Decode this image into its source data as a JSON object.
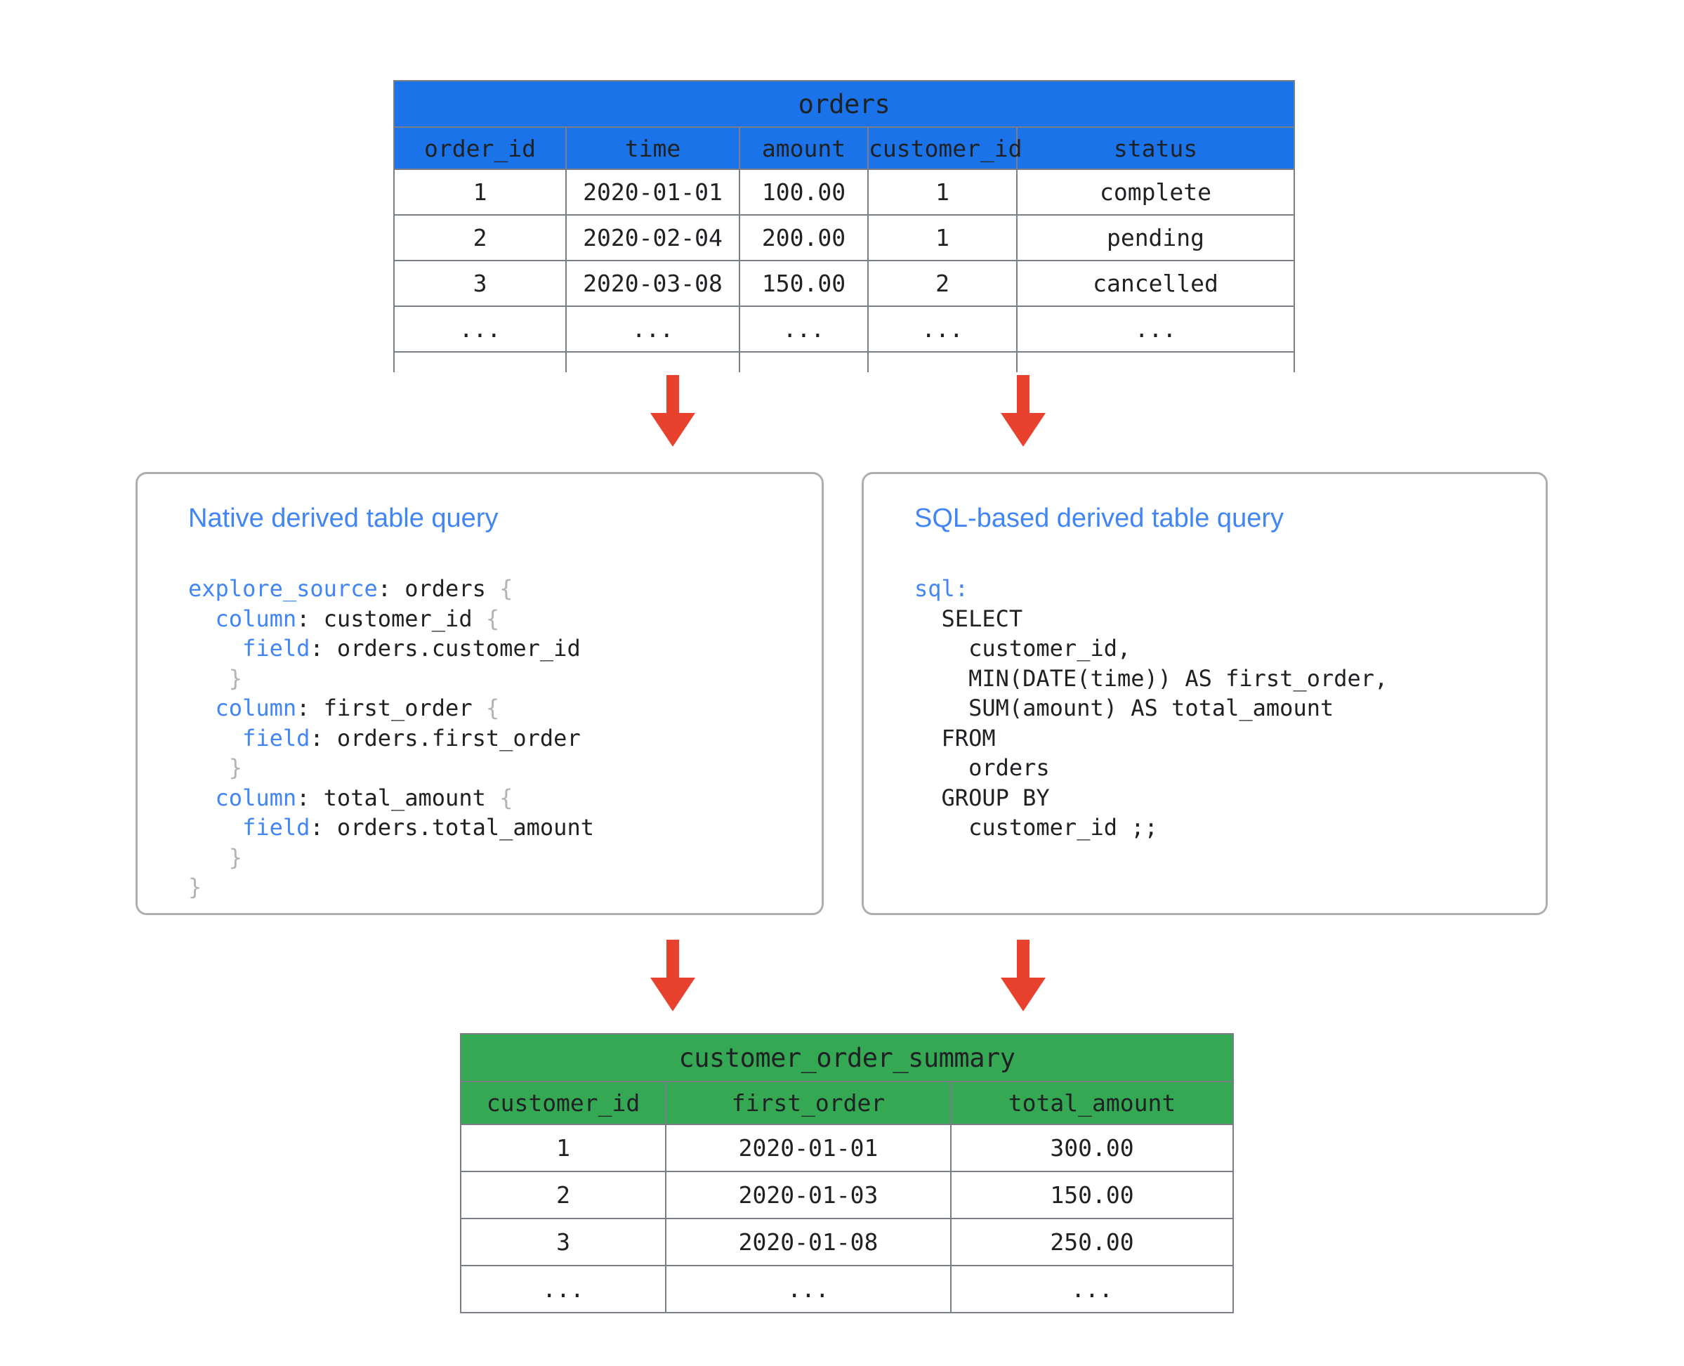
{
  "diagram": {
    "title": "Looker derived table data flow",
    "accent_blue": "#1a73e8",
    "accent_green": "#34a853",
    "arrow_red": "#e8422f",
    "keyword_blue": "#4285f4",
    "brace_grey": "#b3b3b3"
  },
  "source_table": {
    "name": "orders",
    "columns": [
      "order_id",
      "time",
      "amount",
      "customer_id",
      "status"
    ],
    "rows": [
      [
        "1",
        "2020-01-01",
        "100.00",
        "1",
        "complete"
      ],
      [
        "2",
        "2020-02-04",
        "200.00",
        "1",
        "pending"
      ],
      [
        "3",
        "2020-03-08",
        "150.00",
        "2",
        "cancelled"
      ],
      [
        "...",
        "...",
        "...",
        "...",
        "..."
      ]
    ]
  },
  "native_card": {
    "title": "Native derived table query",
    "code_lines": [
      [
        {
          "t": "explore_source",
          "c": "kw"
        },
        {
          "t": ": orders ",
          "c": "plain"
        },
        {
          "t": "{",
          "c": "brace"
        }
      ],
      [
        {
          "t": "  ",
          "c": "plain"
        },
        {
          "t": "column",
          "c": "kw"
        },
        {
          "t": ": customer_id ",
          "c": "plain"
        },
        {
          "t": "{",
          "c": "brace"
        }
      ],
      [
        {
          "t": "    ",
          "c": "plain"
        },
        {
          "t": "field",
          "c": "kw"
        },
        {
          "t": ": orders.customer_id",
          "c": "plain"
        }
      ],
      [
        {
          "t": "   ",
          "c": "plain"
        },
        {
          "t": "}",
          "c": "brace"
        }
      ],
      [
        {
          "t": "  ",
          "c": "plain"
        },
        {
          "t": "column",
          "c": "kw"
        },
        {
          "t": ": first_order ",
          "c": "plain"
        },
        {
          "t": "{",
          "c": "brace"
        }
      ],
      [
        {
          "t": "    ",
          "c": "plain"
        },
        {
          "t": "field",
          "c": "kw"
        },
        {
          "t": ": orders.first_order",
          "c": "plain"
        }
      ],
      [
        {
          "t": "   ",
          "c": "plain"
        },
        {
          "t": "}",
          "c": "brace"
        }
      ],
      [
        {
          "t": "  ",
          "c": "plain"
        },
        {
          "t": "column",
          "c": "kw"
        },
        {
          "t": ": total_amount ",
          "c": "plain"
        },
        {
          "t": "{",
          "c": "brace"
        }
      ],
      [
        {
          "t": "    ",
          "c": "plain"
        },
        {
          "t": "field",
          "c": "kw"
        },
        {
          "t": ": orders.total_amount",
          "c": "plain"
        }
      ],
      [
        {
          "t": "   ",
          "c": "plain"
        },
        {
          "t": "}",
          "c": "brace"
        }
      ],
      [
        {
          "t": "",
          "c": "plain"
        },
        {
          "t": "}",
          "c": "brace"
        }
      ]
    ]
  },
  "sql_card": {
    "title": "SQL-based derived table query",
    "code_lines": [
      [
        {
          "t": "sql",
          "c": "kw"
        },
        {
          "t": ":",
          "c": "kw"
        }
      ],
      [
        {
          "t": "  SELECT",
          "c": "plain"
        }
      ],
      [
        {
          "t": "    customer_id,",
          "c": "plain"
        }
      ],
      [
        {
          "t": "    MIN(DATE(time)) AS first_order,",
          "c": "plain"
        }
      ],
      [
        {
          "t": "    SUM(amount) AS total_amount",
          "c": "plain"
        }
      ],
      [
        {
          "t": "  FROM",
          "c": "plain"
        }
      ],
      [
        {
          "t": "    orders",
          "c": "plain"
        }
      ],
      [
        {
          "t": "  GROUP BY",
          "c": "plain"
        }
      ],
      [
        {
          "t": "    customer_id ;;",
          "c": "plain"
        }
      ]
    ]
  },
  "result_table": {
    "name": "customer_order_summary",
    "columns": [
      "customer_id",
      "first_order",
      "total_amount"
    ],
    "rows": [
      [
        "1",
        "2020-01-01",
        "300.00"
      ],
      [
        "2",
        "2020-01-03",
        "150.00"
      ],
      [
        "3",
        "2020-01-08",
        "250.00"
      ],
      [
        "...",
        "...",
        "..."
      ]
    ]
  },
  "arrows": [
    {
      "id": "arrow-orders-to-native",
      "label": "down-arrow"
    },
    {
      "id": "arrow-orders-to-sql",
      "label": "down-arrow"
    },
    {
      "id": "arrow-native-to-summary",
      "label": "down-arrow"
    },
    {
      "id": "arrow-sql-to-summary",
      "label": "down-arrow"
    }
  ]
}
